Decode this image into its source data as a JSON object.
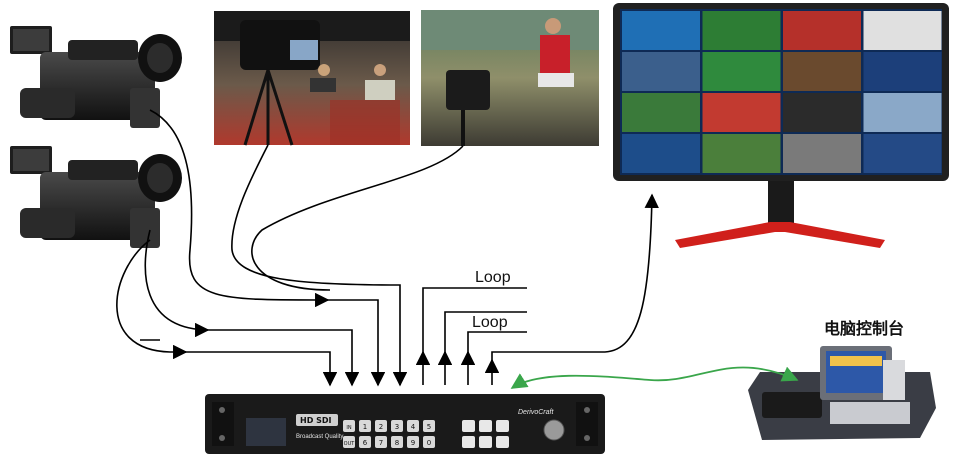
{
  "labels": {
    "loop_1": "Loop",
    "loop_2": "Loop",
    "control_station": "电脑控制台"
  },
  "device": {
    "brand_badge": "HD SDI",
    "subtitle": "Broadcast Quality",
    "logo": "DerivoCraft",
    "key_rows": [
      [
        "IN",
        "1",
        "2",
        "3",
        "4",
        "5"
      ],
      [
        "OUT",
        "6",
        "7",
        "8",
        "9",
        "0"
      ]
    ],
    "func_keys": [
      [
        "",
        "",
        ""
      ],
      [
        "",
        "",
        ""
      ]
    ]
  },
  "colors": {
    "cable": "#000000",
    "control_link": "#3aa64b",
    "monitor_stand": "#d0201b",
    "device_body": "#1a1a1a"
  },
  "icons": [
    "camcorder-icon",
    "monitor-icon",
    "computer-console-icon",
    "video-switcher-icon"
  ]
}
